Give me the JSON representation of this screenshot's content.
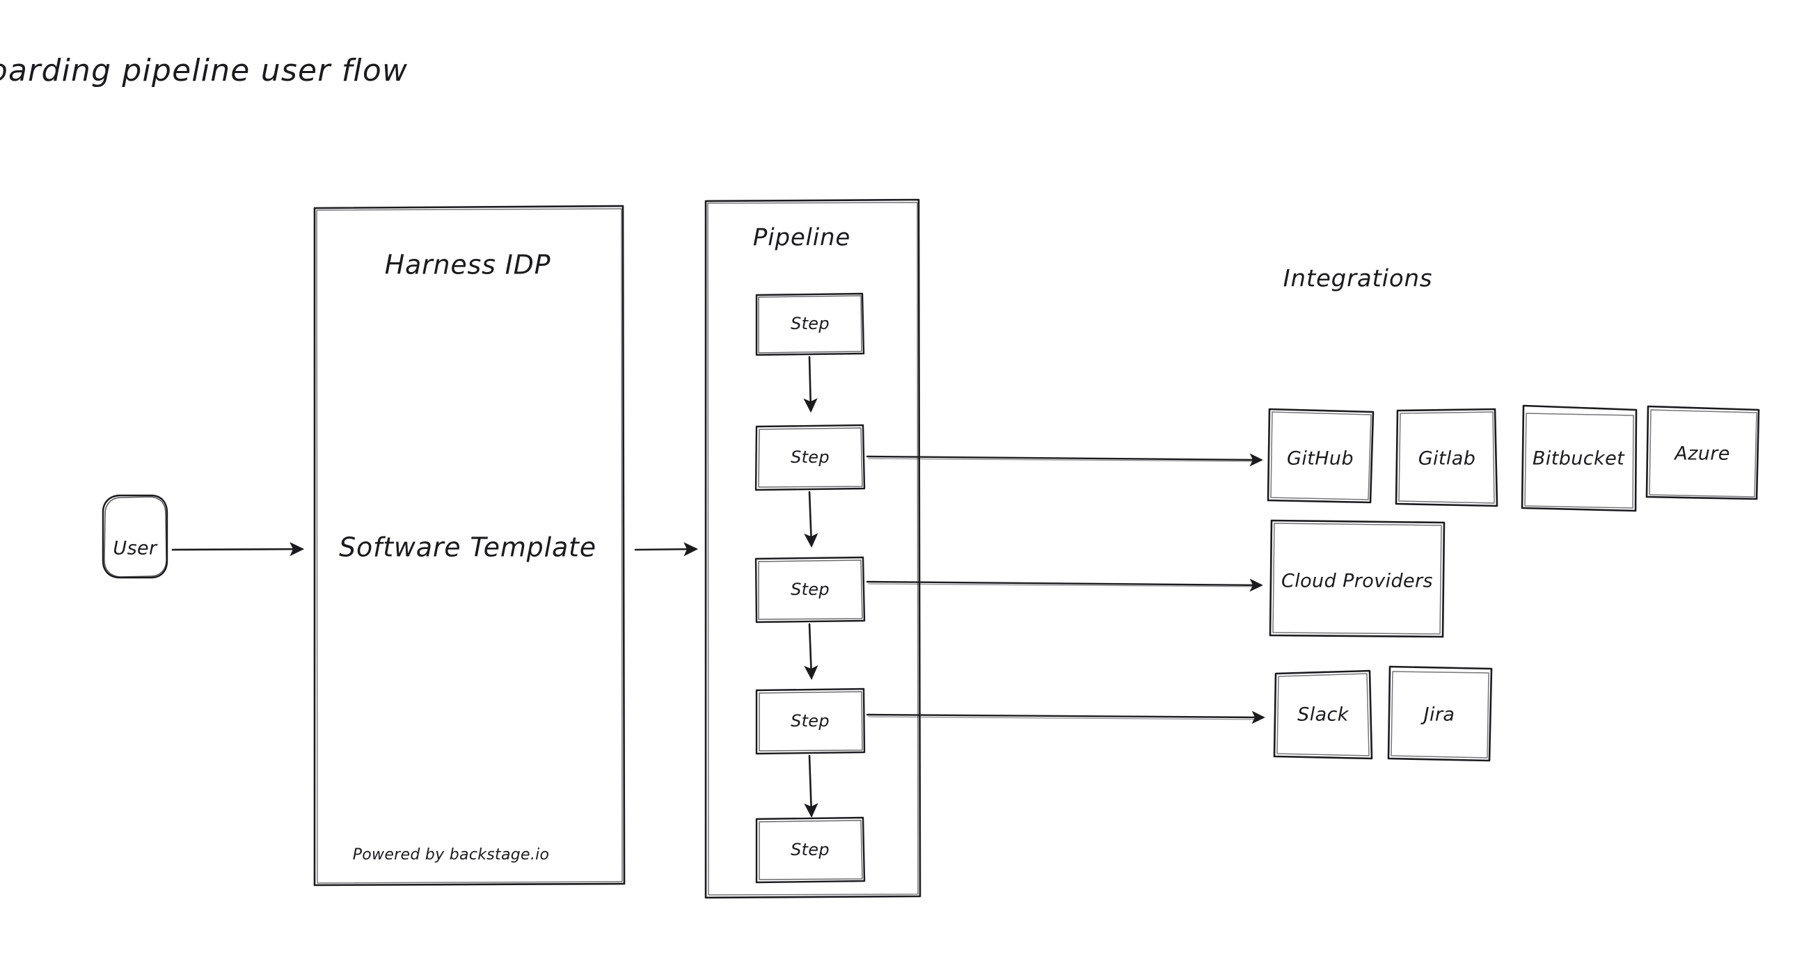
{
  "page": {
    "title": "A service onboarding pipeline user flow",
    "background_color": "#ffffff",
    "stroke_color": "#1b1b1f"
  },
  "actor": {
    "label": "User"
  },
  "idp": {
    "header": "Harness IDP",
    "body_label": "Software Template",
    "footer": "Powered by backstage.io"
  },
  "pipeline": {
    "header": "Pipeline",
    "steps": [
      {
        "label": "Step"
      },
      {
        "label": "Step"
      },
      {
        "label": "Step"
      },
      {
        "label": "Step"
      },
      {
        "label": "Step"
      }
    ]
  },
  "integrations": {
    "header": "Integrations",
    "rows": [
      {
        "items": [
          {
            "label": "GitHub"
          },
          {
            "label": "Gitlab"
          },
          {
            "label": "Bitbucket"
          },
          {
            "label": "Azure"
          }
        ]
      },
      {
        "items": [
          {
            "label": "Cloud Providers"
          }
        ]
      },
      {
        "items": [
          {
            "label": "Slack"
          },
          {
            "label": "Jira"
          }
        ]
      }
    ]
  },
  "connectors": [
    {
      "name": "user-to-idp",
      "kind": "arrow"
    },
    {
      "name": "idp-to-pipeline",
      "kind": "arrow"
    },
    {
      "name": "step1-to-step2",
      "kind": "arrow"
    },
    {
      "name": "step2-to-step3",
      "kind": "arrow"
    },
    {
      "name": "step3-to-step4",
      "kind": "arrow"
    },
    {
      "name": "step4-to-step5",
      "kind": "arrow"
    },
    {
      "name": "step2-to-scm-row",
      "kind": "arrow"
    },
    {
      "name": "step3-to-cloud-providers",
      "kind": "arrow"
    },
    {
      "name": "step4-to-notifications-row",
      "kind": "arrow"
    }
  ]
}
